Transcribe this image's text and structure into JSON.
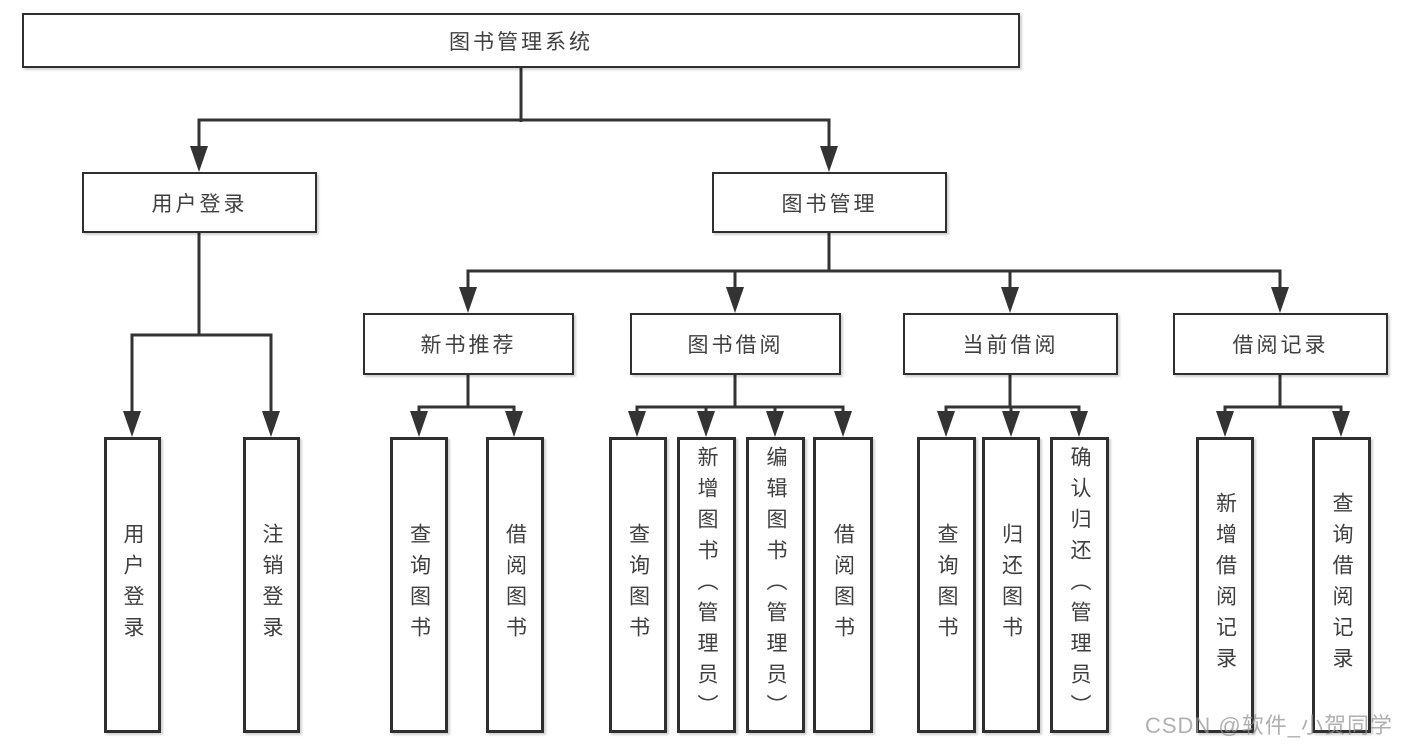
{
  "diagram": {
    "root": {
      "label": "图书管理系统"
    },
    "branches": [
      {
        "label": "用户登录",
        "children": [
          {
            "label": "用户登录"
          },
          {
            "label": "注销登录"
          }
        ]
      },
      {
        "label": "图书管理",
        "children": [
          {
            "label": "新书推荐",
            "children": [
              {
                "label": "查询图书"
              },
              {
                "label": "借阅图书"
              }
            ]
          },
          {
            "label": "图书借阅",
            "children": [
              {
                "label": "查询图书"
              },
              {
                "label": "新增图书（管理员）"
              },
              {
                "label": "编辑图书（管理员）"
              },
              {
                "label": "借阅图书"
              }
            ]
          },
          {
            "label": "当前借阅",
            "children": [
              {
                "label": "查询图书"
              },
              {
                "label": "归还图书"
              },
              {
                "label": "确认归还（管理员）"
              }
            ]
          },
          {
            "label": "借阅记录",
            "children": [
              {
                "label": "新增借阅记录"
              },
              {
                "label": "查询借阅记录"
              }
            ]
          }
        ]
      }
    ]
  },
  "watermark": {
    "text": "CSDN @软件_小贺同学"
  },
  "colors": {
    "line": "#333333",
    "border": "#2f2f2f",
    "text": "#3f3f3f",
    "watermark": "#969696"
  }
}
